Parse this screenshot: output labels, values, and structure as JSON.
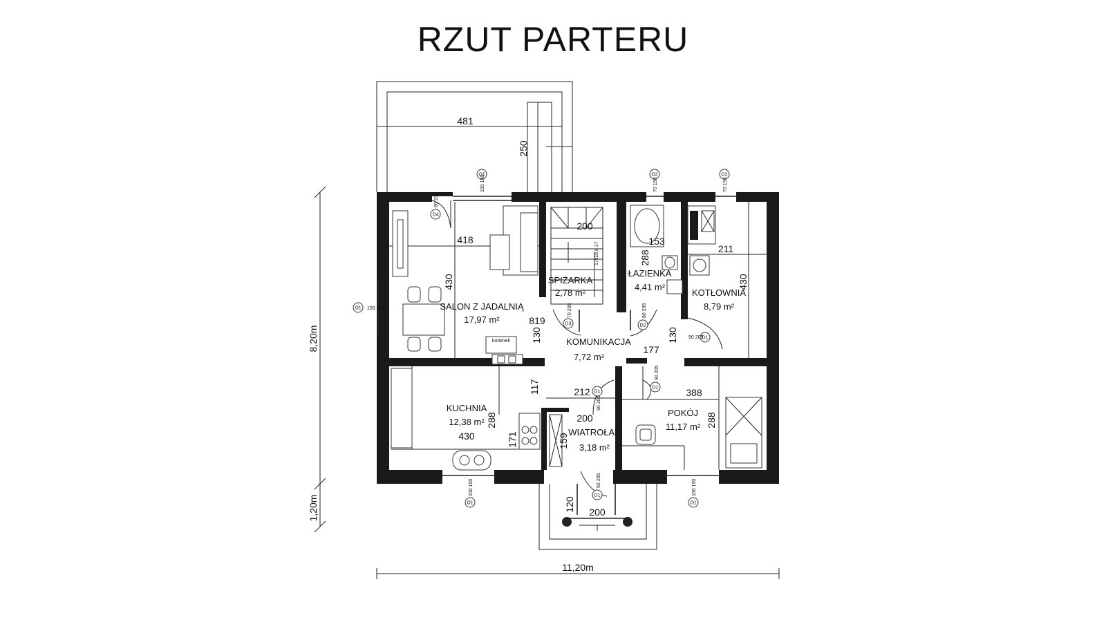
{
  "title": "RZUT PARTERU",
  "rooms": [
    {
      "name": "SALON Z JADALNIĄ",
      "area": "17,97 m²"
    },
    {
      "name": "SPIŻARKA",
      "area": "2,78 m²"
    },
    {
      "name": "ŁAZIENKA",
      "area": "4,41 m²"
    },
    {
      "name": "KOTŁOWNIA",
      "area": "8,79 m²"
    },
    {
      "name": "KOMUNIKACJA",
      "area": "7,72 m²"
    },
    {
      "name": "KUCHNIA",
      "area": "12,38 m²"
    },
    {
      "name": "WIATROŁAP",
      "area": "3,18 m²"
    },
    {
      "name": "POKÓJ",
      "area": "11,17 m²"
    }
  ],
  "dimensions": {
    "terrace_width": "481",
    "terrace_depth": "250",
    "salon_width": "418",
    "salon_height": "430",
    "hall_length": "819",
    "stair_width": "200",
    "bath_width": "153",
    "bath_height": "288",
    "boiler_width": "211",
    "boiler_height": "430",
    "comm_left": "130",
    "comm_mid": "177",
    "comm_right": "130",
    "corr_height": "117",
    "corr_width": "212",
    "kitchen_width": "430",
    "kitchen_height": "288",
    "kitchen_counter": "171",
    "vest_width": "200",
    "vest_height": "159",
    "room_width": "388",
    "room_height": "288",
    "porch_depth": "120",
    "porch_width": "200",
    "total_width": "11,20m",
    "total_depth": "8,20m",
    "porch_total": "1,20m"
  },
  "fixture_label": "kominek",
  "stair_label": "17x18,8 27",
  "openings": [
    {
      "tag": "O1",
      "size": "150 150"
    },
    {
      "tag": "O2",
      "size": "70 150"
    },
    {
      "tag": "O2",
      "size": "70 150"
    },
    {
      "tag": "O1",
      "size": "150 150"
    },
    {
      "tag": "O1",
      "size": "150 150"
    },
    {
      "tag": "O1",
      "size": "150 150"
    },
    {
      "tag": "D4",
      "size": "80 235"
    },
    {
      "tag": "D3",
      "size": "70 205"
    },
    {
      "tag": "D2",
      "size": "80 205"
    },
    {
      "tag": "D1",
      "size": "90 205"
    },
    {
      "tag": "D1",
      "size": "90 205"
    },
    {
      "tag": "D1",
      "size": "90 205"
    },
    {
      "tag": "D1",
      "size": "90 205"
    }
  ]
}
